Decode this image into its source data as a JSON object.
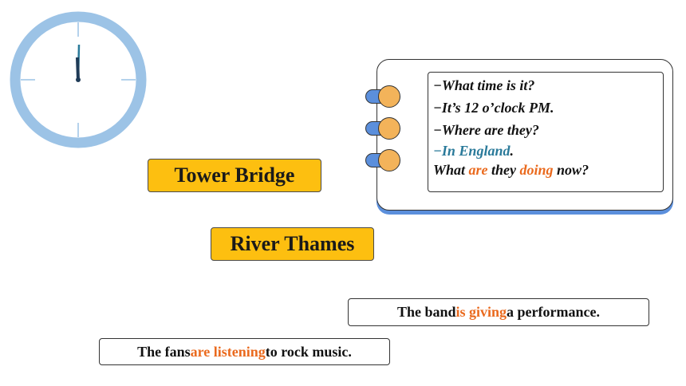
{
  "clock": {
    "hour": 12,
    "minute": 0,
    "face_color": "#9cc3e6",
    "hand_color": "#1f3b57",
    "minute_hand_color": "#2a7a9a"
  },
  "labels": {
    "tower_bridge": "Tower Bridge",
    "river_thames": "River Thames"
  },
  "dialog": {
    "q1": "−What time is it?",
    "a1": "−It’s 12 o’clock PM.",
    "q2": "−Where are they?",
    "a2": "−In England",
    "a2_end": ".",
    "q3_start": "What ",
    "q3_are": "are",
    "q3_mid": " they ",
    "q3_doing": "doing",
    "q3_end": " now?"
  },
  "sentences": {
    "band": {
      "start": "The band ",
      "highlight": "is giving",
      "end": " a performance."
    },
    "fans": {
      "start": "The fans ",
      "highlight": "are listening",
      "end": " to rock music."
    }
  },
  "colors": {
    "label_bg": "#fdbf10",
    "accent_orange": "#ea6a1e",
    "accent_teal": "#2a7a9a",
    "ring": "#f3b35a",
    "tab_blue": "#5b8fdc"
  }
}
